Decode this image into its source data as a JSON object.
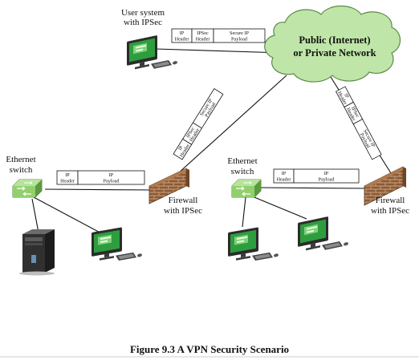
{
  "labels": {
    "user_system_line1": "User system",
    "user_system_line2": "with IPSec",
    "cloud_line1": "Public (Internet)",
    "cloud_line2": "or Private Network",
    "ethernet_left_line1": "Ethernet",
    "ethernet_left_line2": "switch",
    "ethernet_right_line1": "Ethernet",
    "ethernet_right_line2": "switch",
    "firewall_left_line1": "Firewall",
    "firewall_left_line2": "with IPSec",
    "firewall_right_line1": "Firewall",
    "firewall_right_line2": "with IPSec"
  },
  "packets": {
    "ip_header": [
      "IP",
      "Header"
    ],
    "ipsec_header": [
      "IPSec",
      "Header"
    ],
    "secure_payload": [
      "Secure IP",
      "Payload"
    ],
    "ip_payload": [
      "IP",
      "Payload"
    ]
  },
  "caption": "Figure 9.3  A VPN Security Scenario",
  "colors": {
    "cloud": "#bfe6a8",
    "cloud_stroke": "#5a8a45",
    "switch": "#9fd47e",
    "wall": "#8d5a35",
    "mortar": "#c9a584",
    "screen": "#2e9d3e",
    "packet_fill": "#ffffff"
  }
}
